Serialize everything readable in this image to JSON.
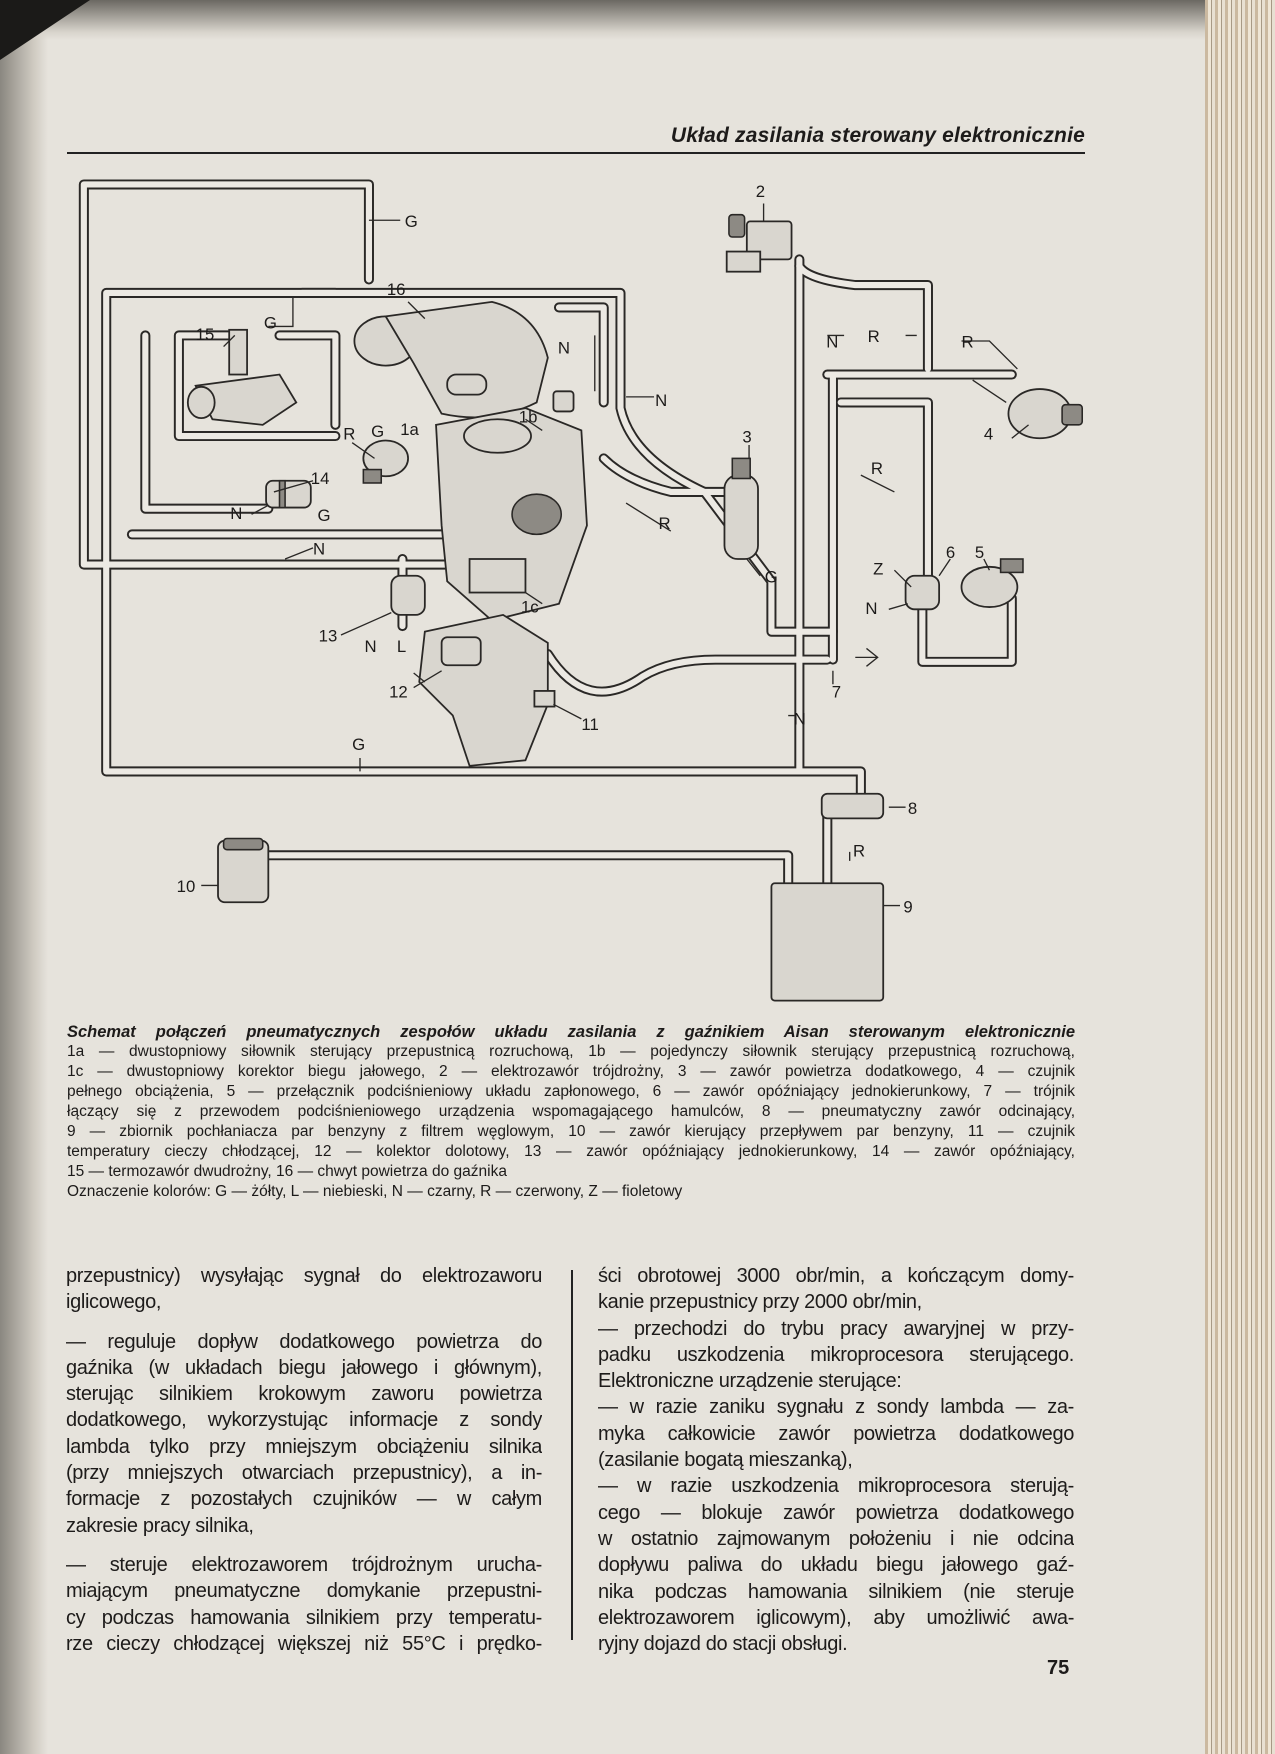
{
  "header": {
    "title": "Układ zasilania sterowany elektronicznie"
  },
  "diagram": {
    "labels": {
      "g_top": "G",
      "n2": "2",
      "n16": "16",
      "n15": "15",
      "g15": "G",
      "n_mid": "N",
      "n_right": "N",
      "r_top1": "R",
      "r_top2": "R",
      "n_mid2": "N",
      "n4": "4",
      "r_1a": "R",
      "g_1a": "G",
      "n1a": "1a",
      "n1b": "1b",
      "n3": "3",
      "r_mid": "R",
      "n14": "14",
      "n_14": "N",
      "g_14": "G",
      "n_low": "N",
      "r_carb": "R",
      "n6": "6",
      "n5": "5",
      "z6": "Z",
      "g3": "G",
      "n_6": "N",
      "n1c": "1c",
      "n13": "13",
      "n_13": "N",
      "l_13": "L",
      "n7": "7",
      "n12": "12",
      "n11": "11",
      "n_7": "N",
      "g_bottom": "G",
      "n8": "8",
      "r_9": "R",
      "n10": "10",
      "n9": "9"
    }
  },
  "caption": {
    "lines": [
      "Schemat połączeń pneumatycznych zespołów układu zasilania z gaźnikiem Aisan sterowanym elektronicznie",
      "1a — dwustopniowy siłownik sterujący przepustnicą rozruchową, 1b — pojedynczy siłownik sterujący przepustnicą rozruchową,",
      "1c — dwustopniowy korektor biegu jałowego, 2 — elektrozawór trójdrożny, 3 — zawór powietrza dodatkowego, 4 — czujnik",
      "pełnego obciążenia, 5 — przełącznik podciśnieniowy układu zapłonowego, 6 — zawór opóźniający jednokierunkowy, 7 — trójnik",
      "łączący się z przewodem podciśnieniowego urządzenia wspomagającego hamulców, 8 — pneumatyczny zawór odcinający,",
      "9 — zbiornik pochłaniacza par benzyny z filtrem węglowym, 10 — zawór kierujący przepływem par benzyny, 11 — czujnik",
      "temperatury cieczy chłodzącej, 12 — kolektor dolotowy, 13 — zawór opóźniający jednokierunkowy, 14 — zawór opóźniający,",
      "15 — termozawór dwudrożny, 16 — chwyt powietrza do gaźnika",
      "Oznaczenie kolorów: G — żółty, L — niebieski, N — czarny, R — czerwony, Z — fioletowy"
    ]
  },
  "body": {
    "left": [
      "przepustnicy) wysyłając sygnał do elektrozaworu",
      "iglicowego,",
      "— reguluje dopływ dodatkowego powietrza do",
      "gaźnika (w układach biegu jałowego i głównym),",
      "sterując silnikiem krokowym zaworu powietrza",
      "dodatkowego, wykorzystując informacje z sondy",
      "lambda tylko przy mniejszym obciążeniu silnika",
      "(przy mniejszych otwarciach przepustnicy), a in-",
      "formacje z pozostałych czujników — w całym",
      "zakresie pracy silnika,",
      "— steruje elektrozaworem trójdrożnym urucha-",
      "miającym pneumatyczne domykanie przepustni-",
      "cy podczas hamowania silnikiem przy temperatu-",
      "rze cieczy chłodzącej większej niż 55°C i prędko-"
    ],
    "right": [
      "ści obrotowej 3000 obr/min, a kończącym domy-",
      "kanie przepustnicy przy 2000 obr/min,",
      "— przechodzi do trybu pracy awaryjnej w przy-",
      "padku uszkodzenia mikroprocesora sterującego.",
      "Elektroniczne urządzenie sterujące:",
      "— w razie zaniku sygnału z sondy lambda — za-",
      "myka całkowicie zawór powietrza dodatkowego",
      "(zasilanie bogatą mieszanką),",
      "— w razie uszkodzenia mikroprocesora sterują-",
      "cego — blokuje zawór powietrza dodatkowego",
      "w ostatnio zajmowanym położeniu i nie odcina",
      "dopływu paliwa do układu biegu jałowego gaź-",
      "nika podczas hamowania silnikiem (nie steruje",
      "elektrozaworem iglicowym), aby umożliwić awa-",
      "ryjny dojazd do stacji obsługi."
    ]
  },
  "page_number": "75"
}
